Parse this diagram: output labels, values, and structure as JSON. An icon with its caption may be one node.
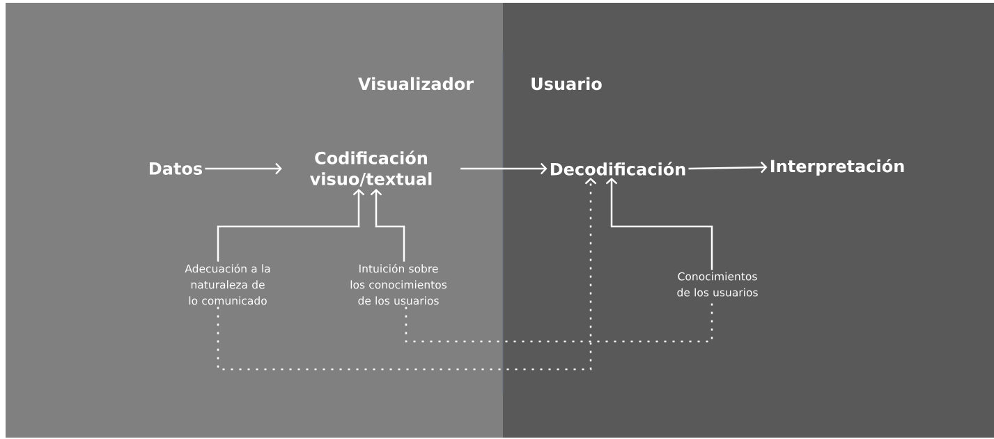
{
  "diagram": {
    "nodes": [
      {
        "text": [
          "Datos"
        ]
      },
      {
        "text": [
          "Codificación visuo/textual"
        ]
      },
      {
        "text": [
          "Decodificación"
        ]
      },
      {
        "text": [
          "Interpretación"
        ]
      },
      {
        "text": [
          "Adecuación a la naturaleza de lo comunicado"
        ]
      },
      {
        "text": [
          "Intuición sobre los conocimientos de los usuarios"
        ]
      },
      {
        "text": [
          "Conocimientos de los usuarios"
        ]
      }
    ],
    "edges": [
      {
        "from": 0,
        "to": 1,
        "arrow": "to"
      },
      {
        "from": 1,
        "to": 2,
        "arrow": "to"
      },
      {
        "from": 2,
        "to": 3,
        "arrow": "to"
      },
      {
        "from": 4,
        "to": 1,
        "arrow": "to"
      },
      {
        "from": 5,
        "to": 1,
        "arrow": "to"
      },
      {
        "from": 6,
        "to": 2,
        "arrow": "to"
      },
      {
        "from": 4,
        "to": 2,
        "arrow": "to",
        "style": "dashed"
      },
      {
        "from": 5,
        "to": 6,
        "arrow": "none",
        "style": "dashed"
      }
    ],
    "labels": [
      "Visualizador",
      "Usuario"
    ]
  }
}
